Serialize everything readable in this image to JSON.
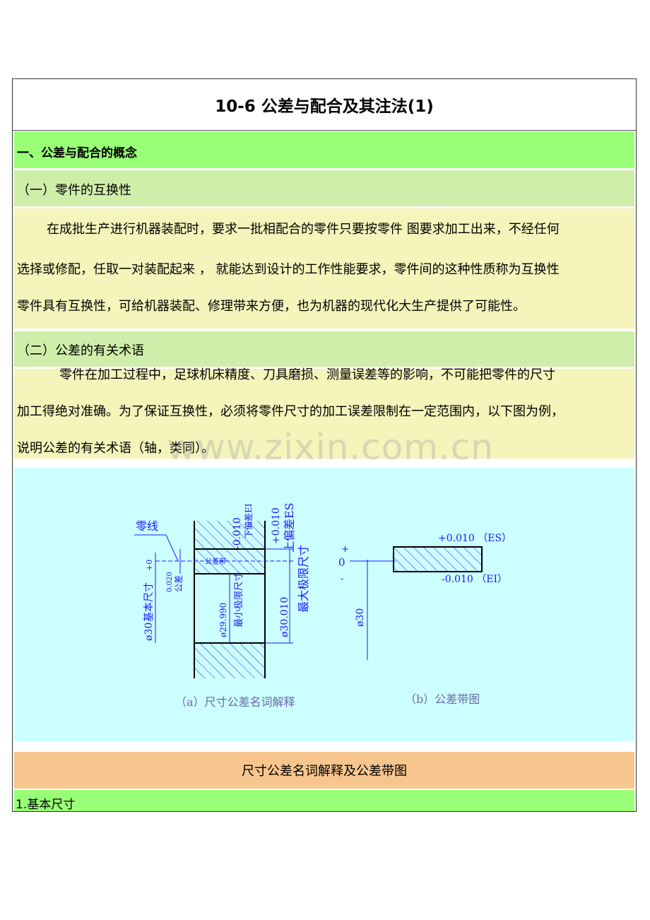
{
  "title": "10-6 公差与配合及其注法(1)",
  "section1": {
    "heading": "一、公差与配合的概念",
    "sub1": "（一）零件的互换性",
    "para1_lines": [
      "在成批生产进行机器装配时，要求一批相配合的零件只要按零件 图要求加工出来，不经任何",
      "选择或修配，任取一对装配起来 ， 就能达到设计的工作性能要求，零件间的这种性质称为互换性",
      "零件具有互换性，可给机器装配、修理带来方便，也为机器的现代化大生产提供了可能性。"
    ],
    "sub2": "（二）公差的有关术语",
    "para2_lines": [
      "零件在加工过程中，足球机床精度、刀具磨损、测量误差等的影响，不可能把零件的尺寸",
      "加工得绝对准确。为了保证互换性，必须将零件尺寸的加工误差限制在一定范围内，以下图为例，",
      "说明公差的有关术语（轴，类同）。"
    ]
  },
  "watermark": "www.zixin.com.cn",
  "figure": {
    "a": {
      "zero_line": "零线",
      "ei_value": "-0.010",
      "ei_label": "下偏差EI",
      "es_value": "+0.010",
      "es_label": "上偏差ES",
      "max_dim": "ø30.010",
      "max_label": "最大极限尺寸",
      "min_dim": "ø29.990",
      "min_label": "最小极限尺寸",
      "basic": "ø30",
      "basic_label": "基本尺寸",
      "tol_value": "0.020",
      "tol_label": "公差",
      "tol_band": "公差带",
      "plus0": "+0",
      "minus": "-",
      "caption": "（a）尺寸公差名词解释"
    },
    "b": {
      "upper": "+0.010 （ES）",
      "lower": "-0.010 （EI）",
      "plus": "+",
      "zero": "0",
      "minus": "-",
      "dim": "ø30",
      "caption": "（b）公差带图"
    },
    "colors": {
      "line": "#000000",
      "dim": "#1a1aff",
      "caption": "#6a6aa8"
    }
  },
  "caption_row": "尺寸公差名词解释及公差带图",
  "item1": "1.基本尺寸"
}
